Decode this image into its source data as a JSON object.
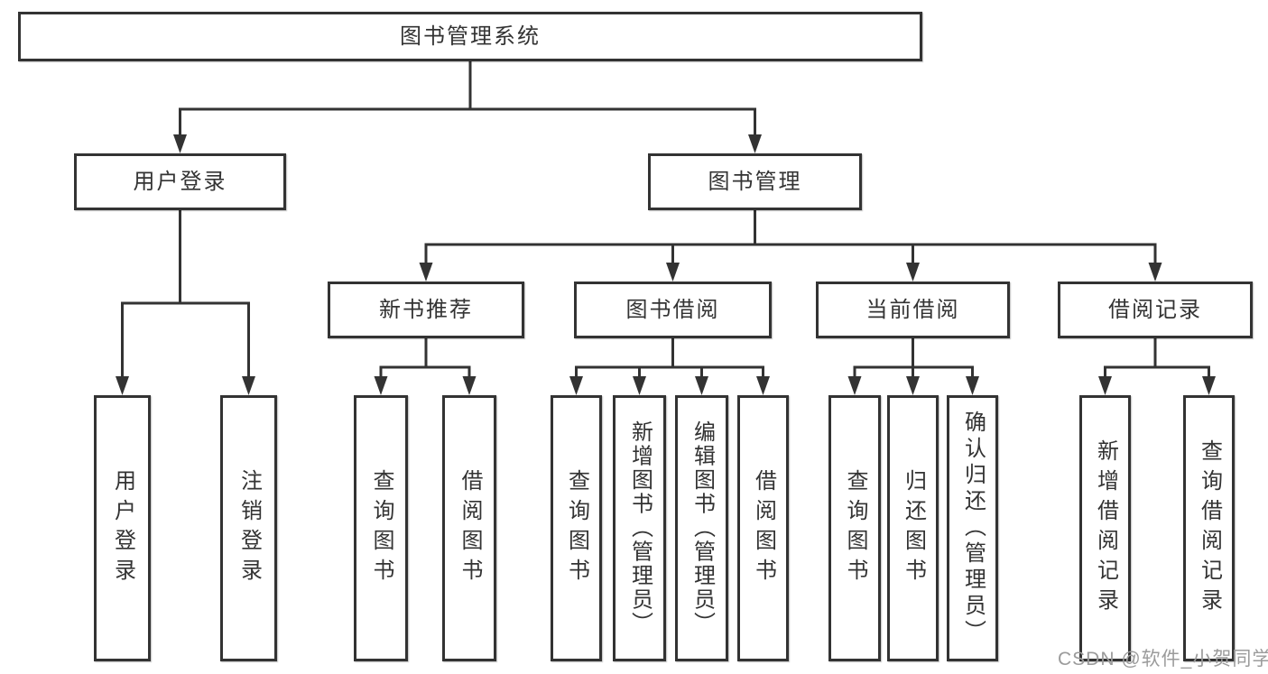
{
  "diagram": {
    "title": "图书管理系统",
    "watermark": "CSDN @软件_小贺同学",
    "colors": {
      "line": "#333333",
      "border": "#333333",
      "text": "#333333",
      "box_bg": "#ffffff",
      "watermark": "#9b9b9b",
      "background": "#ffffff"
    },
    "nodes": {
      "root": {
        "label": "图书管理系统"
      },
      "user_login": {
        "label": "用户登录"
      },
      "book_mgmt": {
        "label": "图书管理"
      },
      "new_book_rec": {
        "label": "新书推荐"
      },
      "book_borrow": {
        "label": "图书借阅"
      },
      "current_borrow": {
        "label": "当前借阅"
      },
      "borrow_records": {
        "label": "借阅记录"
      },
      "leaf_user_login": {
        "label": "用户登录"
      },
      "leaf_logout": {
        "label": "注销登录"
      },
      "leaf_query_book_1": {
        "label": "查询图书"
      },
      "leaf_borrow_book_1": {
        "label": "借阅图书"
      },
      "leaf_query_book_2": {
        "label": "查询图书"
      },
      "leaf_add_book": {
        "label": "新增图书（管理员）"
      },
      "leaf_edit_book": {
        "label": "编辑图书（管理员）"
      },
      "leaf_borrow_book_2": {
        "label": "借阅图书"
      },
      "leaf_query_book_3": {
        "label": "查询图书"
      },
      "leaf_return_book": {
        "label": "归还图书"
      },
      "leaf_confirm_return": {
        "label": "确认归还（管理员）"
      },
      "leaf_add_borrow_record": {
        "label": "新增借阅记录"
      },
      "leaf_query_borrow_record": {
        "label": "查询借阅记录"
      }
    },
    "edges": [
      "图书管理系统→用户登录",
      "图书管理系统→图书管理",
      "用户登录→用户登录",
      "用户登录→注销登录",
      "图书管理→新书推荐",
      "图书管理→图书借阅",
      "图书管理→当前借阅",
      "图书管理→借阅记录",
      "新书推荐→查询图书",
      "新书推荐→借阅图书",
      "图书借阅→查询图书",
      "图书借阅→新增图书（管理员）",
      "图书借阅→编辑图书（管理员）",
      "图书借阅→借阅图书",
      "当前借阅→查询图书",
      "当前借阅→归还图书",
      "当前借阅→确认归还（管理员）",
      "借阅记录→新增借阅记录",
      "借阅记录→查询借阅记录"
    ]
  }
}
